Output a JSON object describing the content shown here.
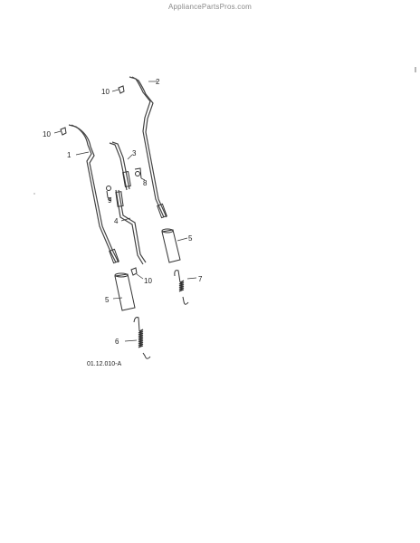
{
  "watermark": "AppliancePartsPros.com",
  "diagram_code": "01.12.010-A",
  "callouts": {
    "c1": "1",
    "c2": "2",
    "c3": "3",
    "c4": "4",
    "c5a": "5",
    "c5b": "5",
    "c6": "6",
    "c7": "7",
    "c8": "8",
    "c9": "9",
    "c10a": "10",
    "c10b": "10",
    "c10c": "10"
  }
}
